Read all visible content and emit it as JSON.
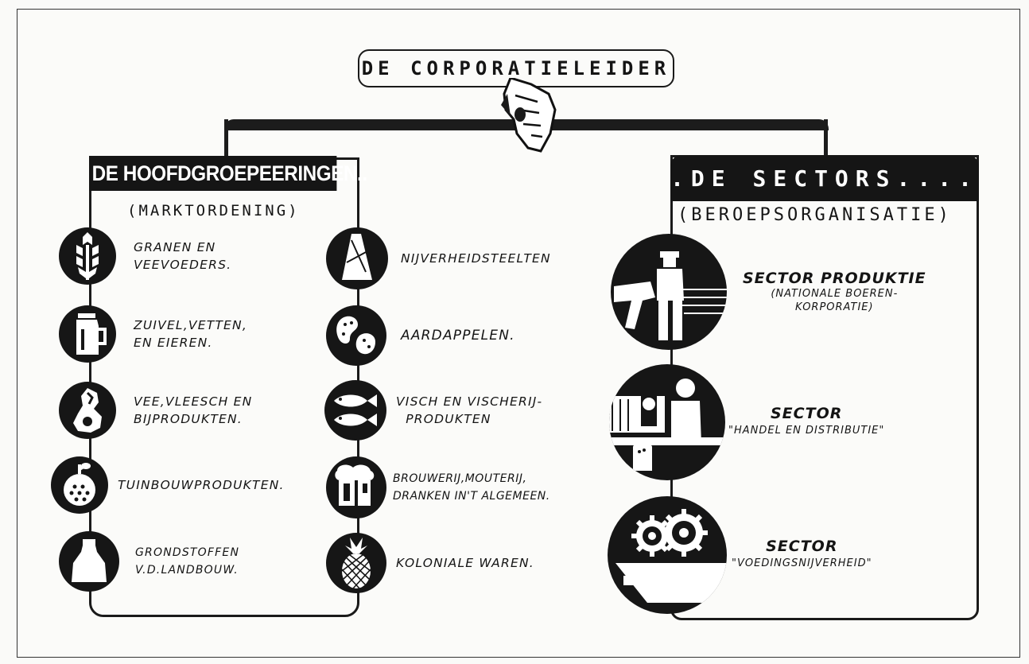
{
  "title": "DE CORPORATIELEIDER",
  "left": {
    "header": "DE HOOFDGROEPEERINGEN..",
    "subtitle": "(MARKTORDENING)",
    "column1": [
      {
        "label": "GRANEN EN\nVEEVOEDERS.",
        "icon": "wheat-icon"
      },
      {
        "label": "ZUIVEL,VETTEN,\nEN EIEREN.",
        "icon": "milk-jug-icon"
      },
      {
        "label": "VEE,VLEESCH EN\nBIJPRODUKTEN.",
        "icon": "meat-icon"
      },
      {
        "label": "TUINBOUWPRODUKTEN.",
        "icon": "fruit-icon"
      },
      {
        "label": "GRONDSTOFFEN\nV.D.LANDBOUW.",
        "icon": "sack-icon"
      }
    ],
    "column2": [
      {
        "label": "NIJVERHEIDSTEELTEN",
        "icon": "flax-bundle-icon"
      },
      {
        "label": "AARDAPPELEN.",
        "icon": "potato-icon"
      },
      {
        "label": "VISCH EN VISCHERIJ-\n  PRODUKTEN",
        "icon": "fish-icon"
      },
      {
        "label": "BROUWERIJ,MOUTERIJ,\nDRANKEN IN'T ALGEMEEN.",
        "icon": "beer-mug-icon"
      },
      {
        "label": "KOLONIALE WAREN.",
        "icon": "pineapple-icon"
      }
    ]
  },
  "right": {
    "header": ".DE SECTORS....",
    "subtitle": "(BEROEPSORGANISATIE)",
    "sectors": [
      {
        "title": "SECTOR PRODUKTIE",
        "sub": "(NATIONALE BOEREN-\nKORPORATIE)",
        "icon": "farmer-plough-icon"
      },
      {
        "title": "SECTOR",
        "sub": "\"HANDEL EN DISTRIBUTIE\"",
        "icon": "shopkeeper-icon"
      },
      {
        "title": "SECTOR",
        "sub": "\"VOEDINGSNIJVERHEID\"",
        "icon": "gears-icon"
      }
    ]
  }
}
